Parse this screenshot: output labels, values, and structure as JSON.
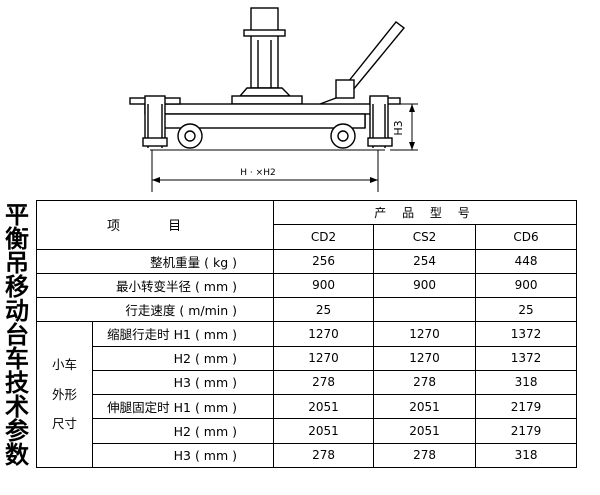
{
  "drawing": {
    "dim_width": "H · ×H2",
    "dim_height": "H3"
  },
  "side_title": [
    "平",
    "衡",
    "吊",
    "移",
    "动",
    "台",
    "车",
    "技",
    "术",
    "参",
    "数"
  ],
  "table": {
    "item_header": "项 目",
    "product_header": "产 品 型 号",
    "models": [
      "CD2",
      "CS2",
      "CD6"
    ],
    "rows": [
      {
        "label": "整机重量 ( kg )",
        "values": [
          "256",
          "254",
          "448"
        ]
      },
      {
        "label": "最小转变半径 ( mm )",
        "values": [
          "900",
          "900",
          "900"
        ]
      },
      {
        "label": "行走速度 ( m/min )",
        "values": [
          "25",
          "",
          "25"
        ]
      }
    ],
    "group_label": [
      "小车",
      "外形",
      "尺寸"
    ],
    "group_rows": [
      {
        "label": "缩腿行走时 H1 ( mm )",
        "values": [
          "1270",
          "1270",
          "1372"
        ]
      },
      {
        "label": "H2 ( mm )",
        "values": [
          "1270",
          "1270",
          "1372"
        ]
      },
      {
        "label": "H3 ( mm )",
        "values": [
          "278",
          "278",
          "318"
        ]
      },
      {
        "label": "伸腿固定时 H1 ( mm )",
        "values": [
          "2051",
          "2051",
          "2179"
        ]
      },
      {
        "label": "H2 ( mm )",
        "values": [
          "2051",
          "2051",
          "2179"
        ]
      },
      {
        "label": "H3 ( mm )",
        "values": [
          "278",
          "278",
          "318"
        ]
      }
    ]
  }
}
